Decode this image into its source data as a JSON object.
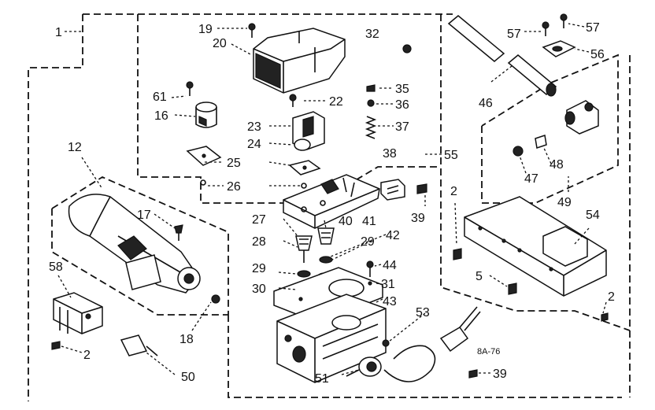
{
  "diagram_note": "8A-76",
  "callouts": [
    {
      "id": "1",
      "label": "1"
    },
    {
      "id": "2a",
      "label": "2"
    },
    {
      "id": "2b",
      "label": "2"
    },
    {
      "id": "2c",
      "label": "2"
    },
    {
      "id": "5",
      "label": "5"
    },
    {
      "id": "12",
      "label": "12"
    },
    {
      "id": "16",
      "label": "16"
    },
    {
      "id": "17",
      "label": "17"
    },
    {
      "id": "18",
      "label": "18"
    },
    {
      "id": "19",
      "label": "19"
    },
    {
      "id": "20",
      "label": "20"
    },
    {
      "id": "22",
      "label": "22"
    },
    {
      "id": "23",
      "label": "23"
    },
    {
      "id": "24",
      "label": "24"
    },
    {
      "id": "25",
      "label": "25"
    },
    {
      "id": "26",
      "label": "26"
    },
    {
      "id": "27",
      "label": "27"
    },
    {
      "id": "28",
      "label": "28"
    },
    {
      "id": "29a",
      "label": "29"
    },
    {
      "id": "29b",
      "label": "29"
    },
    {
      "id": "30",
      "label": "30"
    },
    {
      "id": "31",
      "label": "31"
    },
    {
      "id": "32",
      "label": "32"
    },
    {
      "id": "35",
      "label": "35"
    },
    {
      "id": "36",
      "label": "36"
    },
    {
      "id": "37",
      "label": "37"
    },
    {
      "id": "38",
      "label": "38"
    },
    {
      "id": "39a",
      "label": "39"
    },
    {
      "id": "39b",
      "label": "39"
    },
    {
      "id": "40",
      "label": "40"
    },
    {
      "id": "41",
      "label": "41"
    },
    {
      "id": "42",
      "label": "42"
    },
    {
      "id": "43",
      "label": "43"
    },
    {
      "id": "44",
      "label": "44"
    },
    {
      "id": "46",
      "label": "46"
    },
    {
      "id": "47",
      "label": "47"
    },
    {
      "id": "48",
      "label": "48"
    },
    {
      "id": "49",
      "label": "49"
    },
    {
      "id": "50",
      "label": "50"
    },
    {
      "id": "51",
      "label": "51"
    },
    {
      "id": "53",
      "label": "53"
    },
    {
      "id": "54",
      "label": "54"
    },
    {
      "id": "55",
      "label": "55"
    },
    {
      "id": "56",
      "label": "56"
    },
    {
      "id": "57a",
      "label": "57"
    },
    {
      "id": "57b",
      "label": "57"
    },
    {
      "id": "58",
      "label": "58"
    },
    {
      "id": "61",
      "label": "61"
    }
  ]
}
